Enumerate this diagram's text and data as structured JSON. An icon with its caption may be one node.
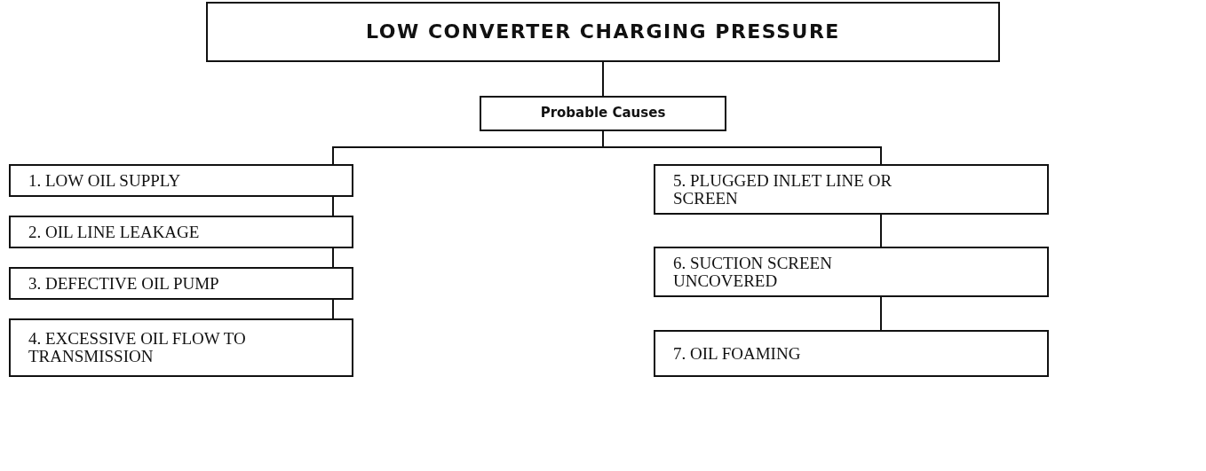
{
  "diagram": {
    "nodes": [
      {
        "text": [
          "LOW CONVERTER CHARGING PRESSURE"
        ]
      },
      {
        "text": [
          "Probable Causes"
        ]
      },
      {
        "text": [
          "1. LOW OIL SUPPLY"
        ]
      },
      {
        "text": [
          "2. OIL LINE LEAKAGE"
        ]
      },
      {
        "text": [
          "3. DEFECTIVE OIL PUMP"
        ]
      },
      {
        "text": [
          "4. EXCESSIVE OIL FLOW TO TRANSMISSION"
        ]
      },
      {
        "text": [
          "5. PLUGGED INLET LINE OR SCREEN"
        ]
      },
      {
        "text": [
          "6. SUCTION SCREEN UNCOVERED"
        ]
      },
      {
        "text": [
          "7. OIL FOAMING"
        ]
      }
    ],
    "edges": [
      {
        "from": 0,
        "to": 1,
        "arrow": "none"
      },
      {
        "from": 1,
        "to": 2,
        "arrow": "none"
      },
      {
        "from": 1,
        "to": 6,
        "arrow": "none"
      },
      {
        "from": 2,
        "to": 3,
        "arrow": "none"
      },
      {
        "from": 3,
        "to": 4,
        "arrow": "none"
      },
      {
        "from": 4,
        "to": 5,
        "arrow": "none"
      },
      {
        "from": 6,
        "to": 7,
        "arrow": "none"
      },
      {
        "from": 7,
        "to": 8,
        "arrow": "none"
      }
    ]
  }
}
